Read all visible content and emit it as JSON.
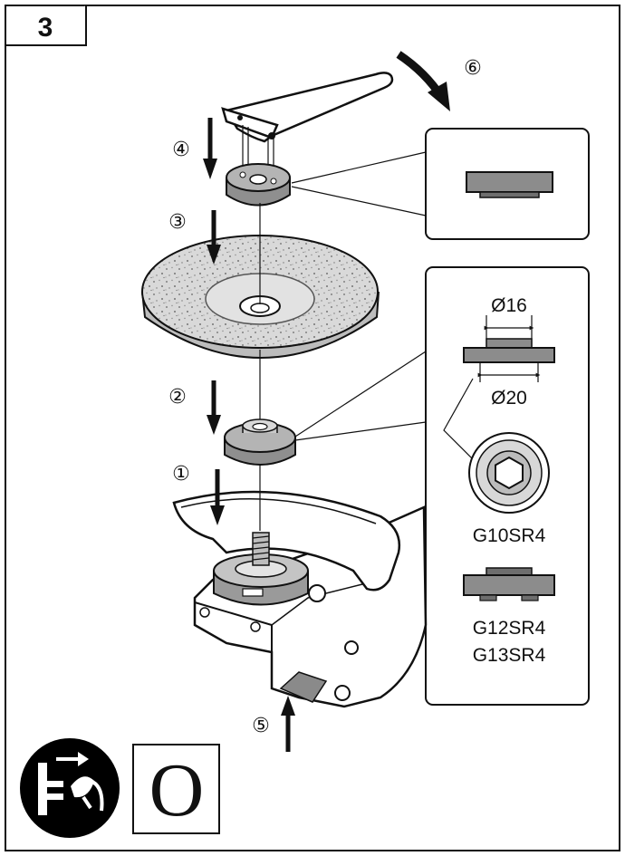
{
  "step_number": "3",
  "callouts": {
    "c1": "①",
    "c2": "②",
    "c3": "③",
    "c4": "④",
    "c5": "⑤",
    "c6": "⑥"
  },
  "detail": {
    "dim_inner": "Ø16",
    "dim_outer": "Ø20",
    "model_a": "G10SR4",
    "model_b1": "G12SR4",
    "model_b2": "G13SR4"
  },
  "symbols": {
    "lock_mark": "O",
    "unplug_icon": "unplug-power-icon"
  },
  "colors": {
    "line": "#111111",
    "part_gray": "#9a9a9a",
    "part_dark": "#6e6e6e",
    "badge": "#000000"
  }
}
